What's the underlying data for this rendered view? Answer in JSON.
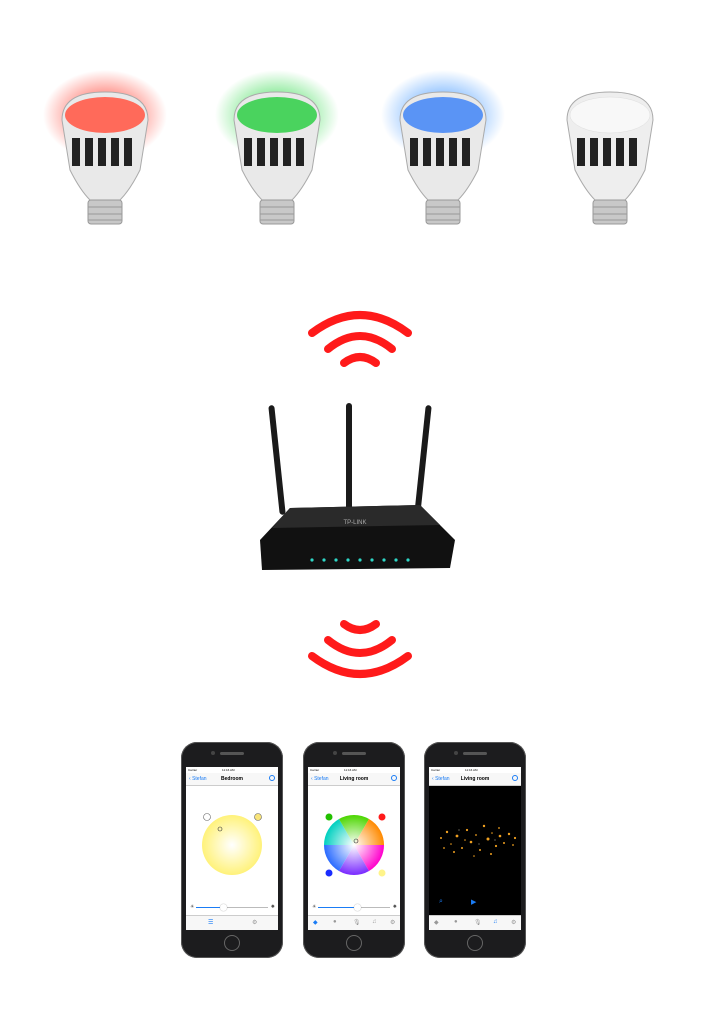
{
  "bulbs": [
    {
      "name": "red",
      "glow": "#ff2a1a",
      "dome": "#ff6a5a"
    },
    {
      "name": "green",
      "glow": "#1ed63a",
      "dome": "#4ad35e"
    },
    {
      "name": "blue",
      "glow": "#2a8aff",
      "dome": "#5a94f5"
    },
    {
      "name": "white",
      "glow": "#ffffff",
      "dome": "#f4f4f4"
    }
  ],
  "wifi_color": "#ff1a1a",
  "router": {
    "brand": "TP-LINK",
    "led_color": "#2fd6c6"
  },
  "phones": [
    {
      "status_carrier": "Carrier",
      "status_time": "11:16 AM",
      "back_label": "Stefan",
      "title": "Bedroom",
      "screen": "white-wheel",
      "slider_value": 0.38
    },
    {
      "status_carrier": "Carrier",
      "status_time": "11:16 AM",
      "back_label": "Stefan",
      "title": "Living room",
      "screen": "color-wheel",
      "slider_value": 0.55
    },
    {
      "status_carrier": "Carrier",
      "status_time": "11:16 AM",
      "back_label": "Stefan",
      "title": "Living room",
      "screen": "music-visualizer"
    }
  ]
}
